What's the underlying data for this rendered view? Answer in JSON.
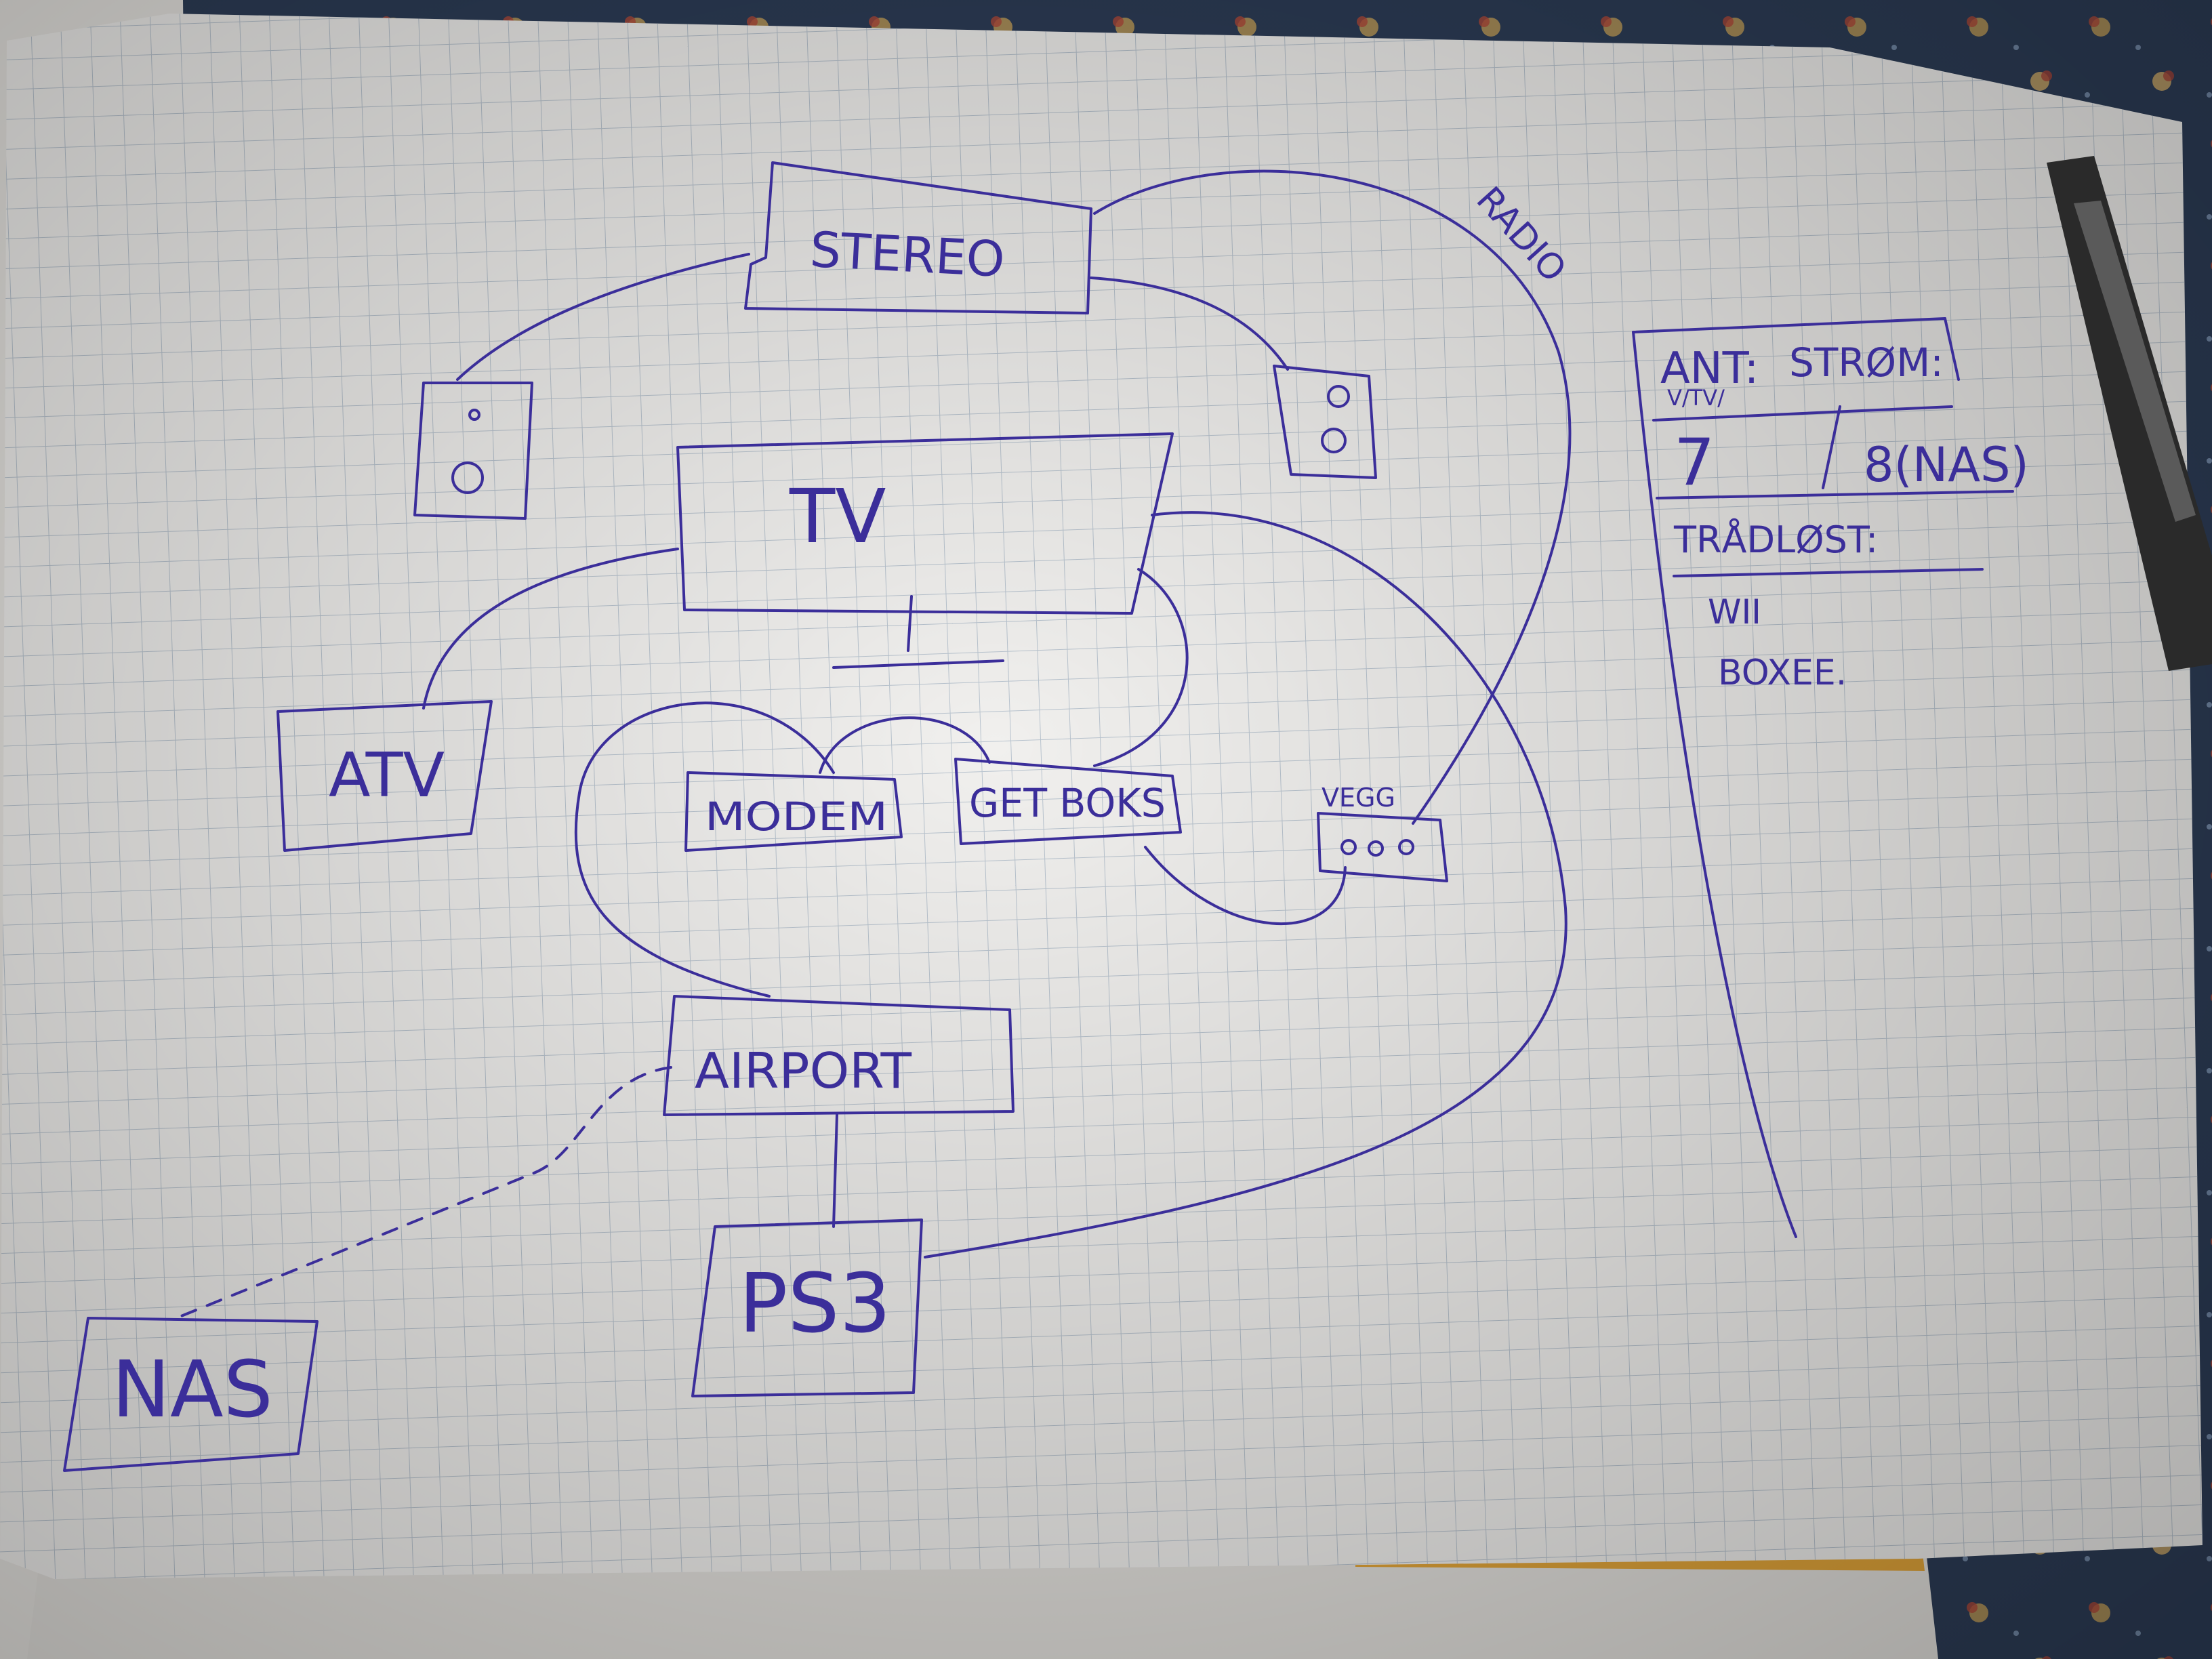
{
  "diagram": {
    "boxes": {
      "stereo": "STEREO",
      "tv": "TV",
      "atv": "ATV",
      "modem": "MODEM",
      "get_box": "GET BOKS",
      "vegg": "VEGG",
      "airport": "AIRPORT",
      "ps3": "PS3",
      "nas": "NAS"
    },
    "labels": {
      "radio": "RADIO"
    },
    "table": {
      "header_left": "ANT:",
      "header_left_sub": "V/TV/",
      "header_right": "STRØM:",
      "value_left": "7",
      "value_right": "8(NAS)",
      "section": "TRÅDLØST:",
      "items": [
        "WII",
        "BOXEE."
      ]
    }
  },
  "colors": {
    "ink": "#3b2e9a",
    "paper": "#f1f0ee",
    "grid": "#b9c4cf",
    "background": "#2b3a52"
  }
}
